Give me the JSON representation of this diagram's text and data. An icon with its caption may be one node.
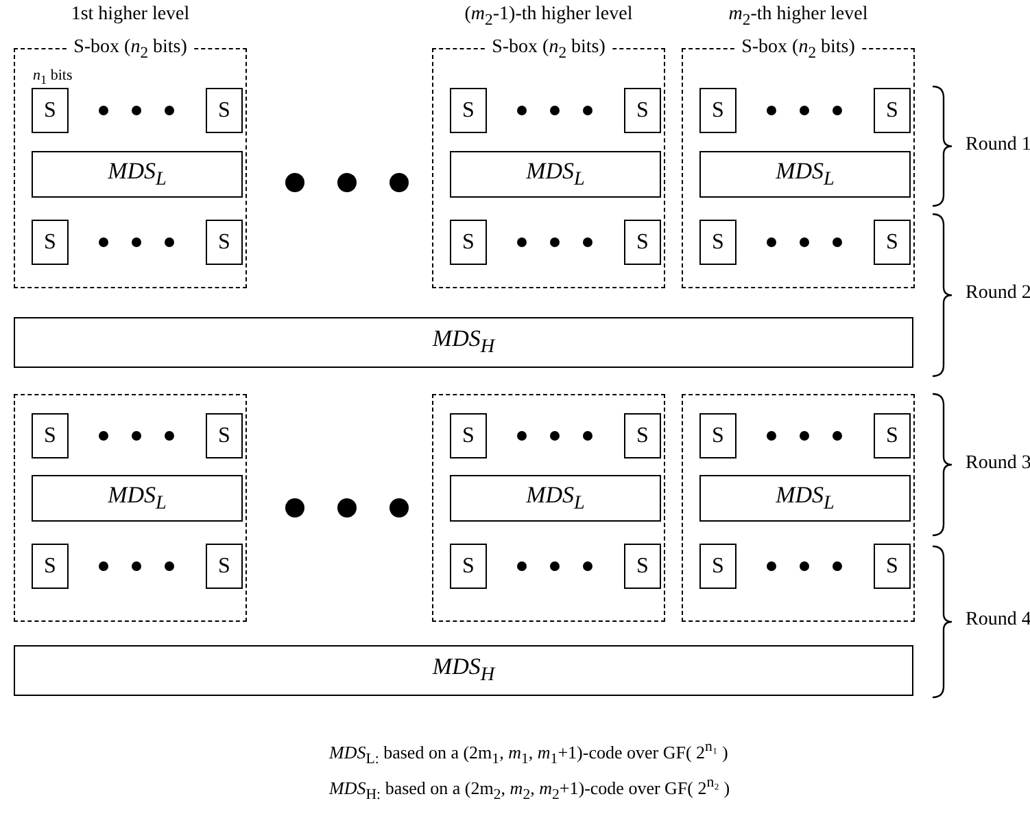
{
  "diagram": {
    "nodes": [
      {
        "text": [
          "1st higher level",
          "S-box (*n*$_{2}$ bits)"
        ]
      },
      {
        "text": [
          "S"
        ],
        "in": 0,
        "beside": [
          "*n*$_{1}$ bits"
        ]
      },
      {
        "text": [
          "S"
        ],
        "in": 0
      },
      {
        "text": [
          "MDS$_{L}$"
        ],
        "in": 0
      },
      {
        "text": [
          "S"
        ],
        "in": 0
      },
      {
        "text": [
          "S"
        ],
        "in": 0
      },
      {
        "text": [
          "(*m*$_{2}$-1)-th higher level",
          "S-box (*n*$_{2}$ bits)"
        ]
      },
      {
        "text": [
          "S"
        ],
        "in": 6
      },
      {
        "text": [
          "S"
        ],
        "in": 6
      },
      {
        "text": [
          "MDS$_{L}$"
        ],
        "in": 6
      },
      {
        "text": [
          "S"
        ],
        "in": 6
      },
      {
        "text": [
          "S"
        ],
        "in": 6
      },
      {
        "text": [
          "*m*$_{2}$-th higher level",
          "S-box (*n*$_{2}$ bits)"
        ]
      },
      {
        "text": [
          "S"
        ],
        "in": 12
      },
      {
        "text": [
          "S"
        ],
        "in": 12
      },
      {
        "text": [
          "MDS$_{L}$"
        ],
        "in": 12
      },
      {
        "text": [
          "S"
        ],
        "in": 12
      },
      {
        "text": [
          "S"
        ],
        "in": 12
      },
      {
        "text": [
          "MDS$_{H}$"
        ]
      },
      {
        "text": [],
        "shape": "box"
      },
      {
        "text": [
          "S"
        ],
        "in": 19
      },
      {
        "text": [
          "S"
        ],
        "in": 19
      },
      {
        "text": [
          "MDS$_{L}$"
        ],
        "in": 19
      },
      {
        "text": [
          "S"
        ],
        "in": 19
      },
      {
        "text": [
          "S"
        ],
        "in": 19
      },
      {
        "text": [],
        "shape": "box"
      },
      {
        "text": [
          "S"
        ],
        "in": 25
      },
      {
        "text": [
          "S"
        ],
        "in": 25
      },
      {
        "text": [
          "MDS$_{L}$"
        ],
        "in": 25
      },
      {
        "text": [
          "S"
        ],
        "in": 25
      },
      {
        "text": [
          "S"
        ],
        "in": 25
      },
      {
        "text": [],
        "shape": "box"
      },
      {
        "text": [
          "S"
        ],
        "in": 31
      },
      {
        "text": [
          "S"
        ],
        "in": 31
      },
      {
        "text": [
          "MDS$_{L}$"
        ],
        "in": 31
      },
      {
        "text": [
          "S"
        ],
        "in": 31
      },
      {
        "text": [
          "S"
        ],
        "in": 31
      },
      {
        "text": [
          "MDS$_{H}$"
        ]
      }
    ],
    "labels": [
      "Round 1",
      "Round 2",
      "Round 3",
      "Round 4",
      "*MDS*$_{L:}$ based on a (2m$_{1}$, *m*$_{1}$, *m*$_{1}$+1)-code over GF( 2$^{n₁}$ )",
      "*MDS*$_{H:}$ based on a (2m$_{2}$, *m*$_{2}$, *m*$_{2}$+1)-code over GF( 2$^{n₂}$ )"
    ]
  }
}
